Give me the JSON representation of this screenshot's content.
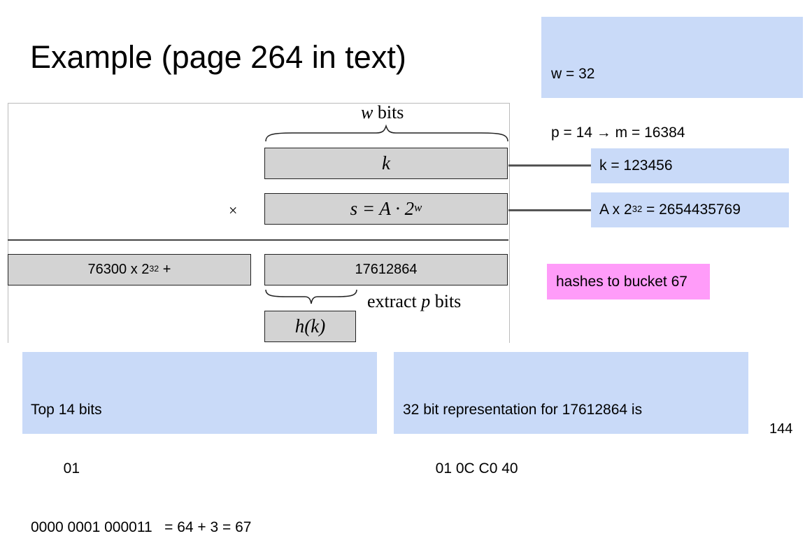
{
  "slide": {
    "title": "Example (page 264 in text)",
    "params": {
      "line1": "w = 32",
      "line2": "p = 14 → m = 16384"
    },
    "k_note": "k = 123456",
    "a_note": {
      "prefix": "A x 2",
      "exp": "32",
      "suffix": " = 2654435769"
    },
    "bucket_note": "hashes to bucket 67",
    "top_bits": {
      "line1": "Top 14 bits",
      "line2": "        01",
      "line3": "0000 0001 000011   = 64 + 3 = 67"
    },
    "repr": {
      "line1": "32 bit representation for 17612864 is",
      "line2": "        01 0C C0 40"
    },
    "page_number": "144"
  },
  "figure": {
    "w_label_var": "w",
    "w_label_text": " bits",
    "k_label": "k",
    "s_label": {
      "lhs": "s = A · 2",
      "exp": "w"
    },
    "times": "×",
    "high_word": {
      "prefix": "76300 x 2",
      "exp": "32",
      "suffix": " +"
    },
    "low_word": "17612864",
    "extract_label": {
      "pre": "extract ",
      "var": "p",
      "post": " bits"
    },
    "hk_label": "h(k)"
  }
}
